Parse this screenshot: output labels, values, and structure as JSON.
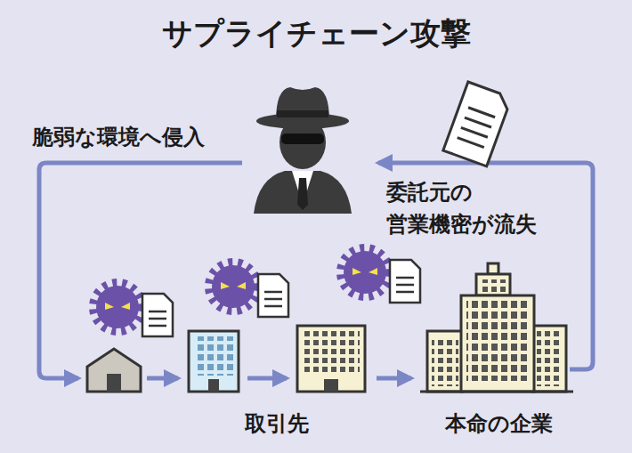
{
  "diagram": {
    "title": "サプライチェーン攻撃",
    "nodes": [
      {
        "text": [
          "取引先"
        ]
      },
      {
        "text": [
          "本命の企業"
        ]
      }
    ],
    "edges": [
      {
        "from": 0,
        "to": 1,
        "arrow": "to"
      }
    ],
    "labels": [
      "脆弱な環境へ侵入",
      "委託元の 営業機密が流失"
    ]
  }
}
